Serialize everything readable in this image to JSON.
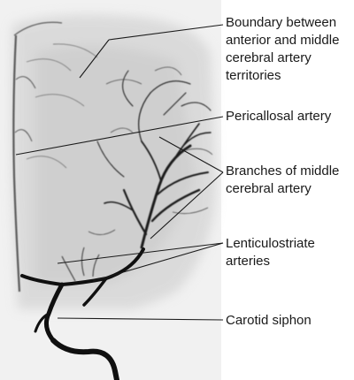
{
  "labels": {
    "boundary": [
      "Boundary between",
      "anterior and middle",
      "cerebral artery",
      "territories"
    ],
    "pericallosal": "Pericallosal artery",
    "mca_branches": [
      "Branches of middle",
      "cerebral artery"
    ],
    "lenticulostriate": [
      "Lenticulostriate",
      "arteries"
    ],
    "carotid_siphon": "Carotid siphon"
  }
}
